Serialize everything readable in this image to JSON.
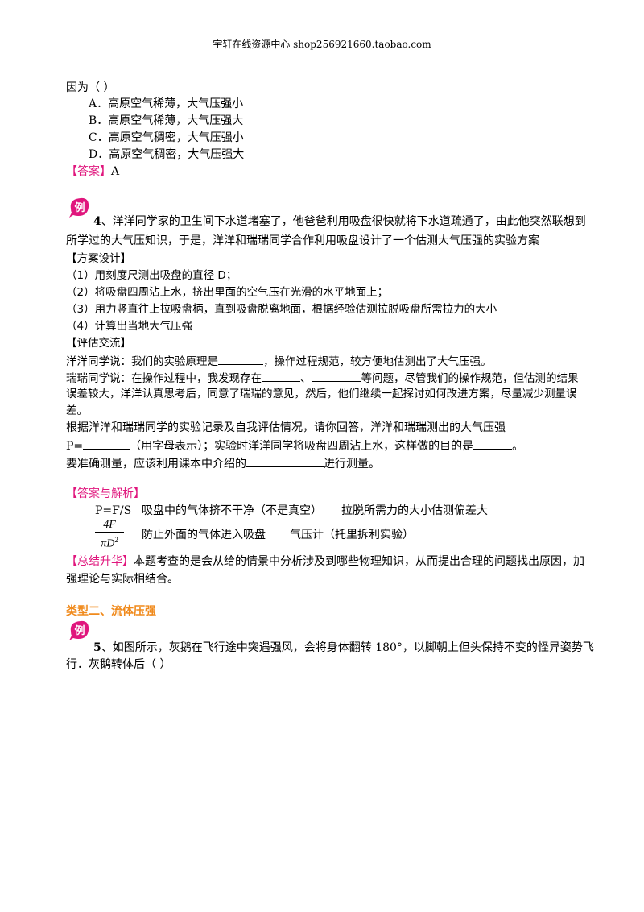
{
  "header": {
    "text": "宇轩在线资源中心   shop256921660.taobao.com"
  },
  "q3": {
    "stem_tail": "因为（    ）",
    "options": [
      "A．高原空气稀薄，大气压强小",
      "B．高原空气稀薄，大气压强大",
      "C．高原空气稠密，大气压强小",
      "D．高原空气稠密，大气压强大"
    ],
    "answer_tag": "【答案】",
    "answer": "A"
  },
  "example_badge": "例",
  "q4": {
    "num": "4",
    "line1": "、洋洋同学家的卫生间下水道堵塞了，他爸爸利用吸盘很快就将下水道疏通了，由此他突然联想到",
    "line2": "所学过的大气压知识，于是，洋洋和瑞瑞同学合作利用吸盘设计了一个估测大气压强的实验方案",
    "design_title": "【方案设计】",
    "steps": [
      "（1）用刻度尺测出吸盘的直径 D；",
      "（2）将吸盘四周沾上水，挤出里面的空气压在光滑的水平地面上；",
      "（3）用力竖直往上拉吸盘柄，直到吸盘脱离地面，根据经验估测拉脱吸盘所需拉力的大小",
      "（4）计算出当地大气压强"
    ],
    "eval_title": "【评估交流】",
    "yy_a": "洋洋同学说：我们的实验原理是",
    "yy_b": "，操作过程规范，较方便地估测出了大气压强。",
    "rr1_a": "瑞瑞同学说：在操作过程中，我发现存在",
    "rr1_b": "、",
    "rr1_c": "等问题，尽管我们的操作规范，但估测的结果",
    "rr2": "误差较大，洋洋认真思考后，同意了瑞瑞的意见，然后，他们继续一起探讨如何改进方案，尽量减少测量误",
    "rr3": "差。",
    "ask1": "根据洋洋和瑞瑞同学的实验记录及自我评估情况，请你回答，洋洋和瑞瑞测出的大气压强",
    "ask2_a": "P=",
    "ask2_b": "（用字母表示）；实验时洋洋同学将吸盘四周沾上水，这样做的目的是",
    "ask2_c": "。",
    "ask3_a": "要准确测量，应该利用课本中介绍的",
    "ask3_b": "进行测量。"
  },
  "analysis": {
    "tag": "【答案与解析】",
    "row1": [
      "P=F/S",
      "吸盘中的气体挤不干净（不是真空）",
      "拉脱所需力的大小估测偏差大"
    ],
    "frac_num": "4F",
    "frac_den": "πD",
    "frac_exp": "2",
    "row2": [
      "防止外面的气体进入吸盘",
      "气压计（托里拆利实验）"
    ]
  },
  "summary": {
    "tag": "【总结升华】",
    "line1": "本题考查的是会从给的情景中分析涉及到哪些物理知识，从而提出合理的问题找出原因，加",
    "line2": "强理论与实际相结合。"
  },
  "section2": {
    "title": "类型二、流体压强"
  },
  "q5": {
    "num": "5",
    "line1": "、如图所示，灰鹅在飞行途中突遇强风，会将身体翻转 180°，以脚朝上但头保持不变的怪异姿势飞",
    "line2": "行．灰鹅转体后（       ）"
  },
  "colors": {
    "accent_magenta": "#e0167d",
    "accent_orange": "#f08a1c"
  }
}
